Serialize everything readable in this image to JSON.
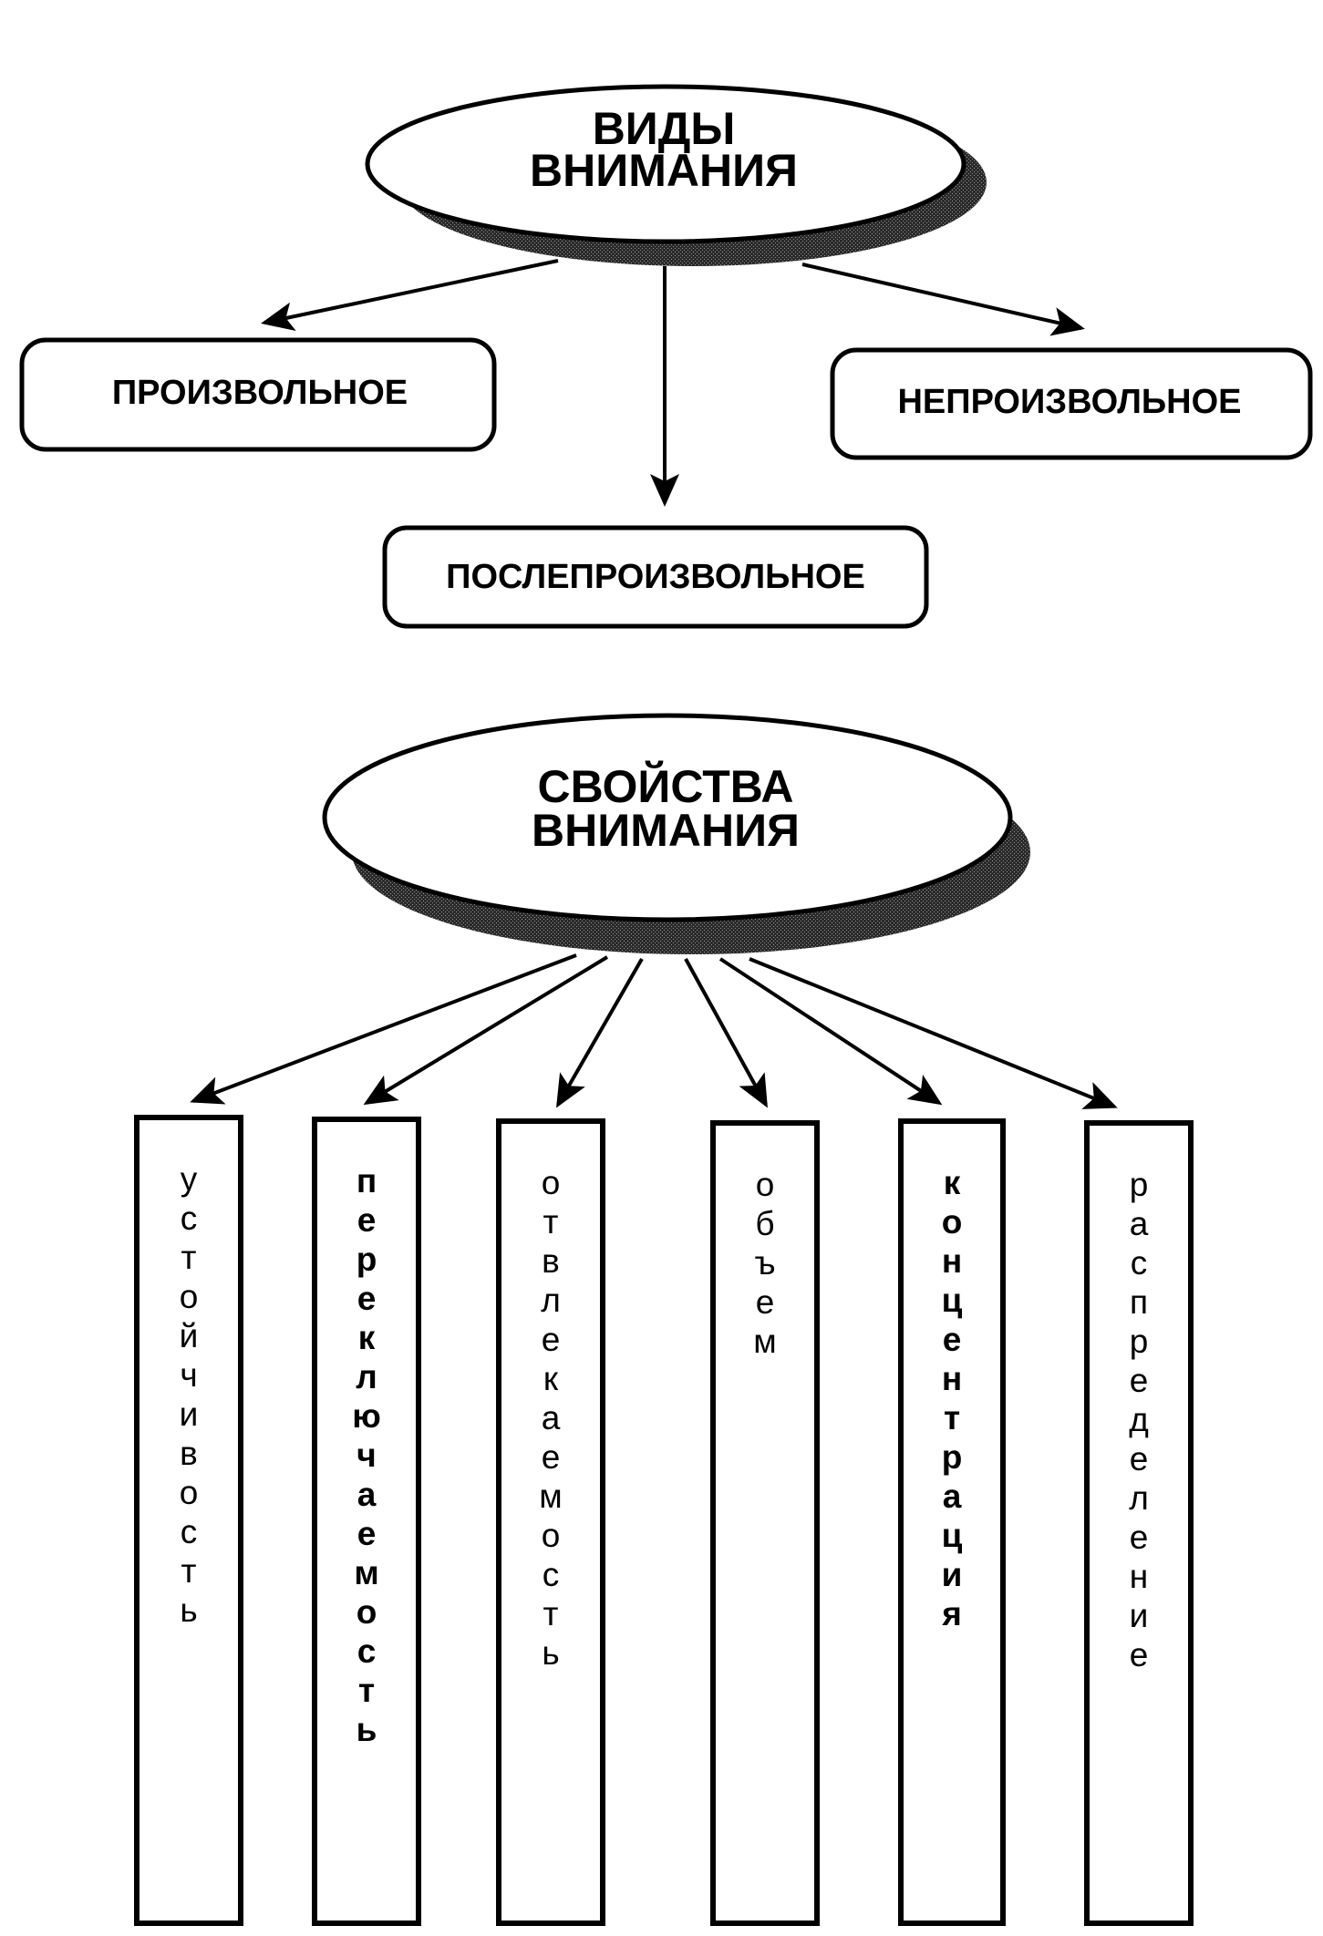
{
  "types": {
    "title_lines": [
      "ВИДЫ",
      "ВНИМАНИЯ"
    ],
    "children": [
      {
        "id": "voluntary",
        "label": "ПРОИЗВОЛЬНОЕ"
      },
      {
        "id": "involuntary",
        "label": "НЕПРОИЗВОЛЬНОЕ"
      },
      {
        "id": "post-voluntary",
        "label": "ПОСЛЕПРОИЗВОЛЬНОЕ"
      }
    ]
  },
  "properties": {
    "title_lines": [
      "СВОЙСТВА",
      "ВНИМАНИЯ"
    ],
    "children": [
      {
        "id": "stability",
        "label": "устойчивость",
        "bold": false
      },
      {
        "id": "switchability",
        "label": "переключаемость",
        "bold": true
      },
      {
        "id": "distractibility",
        "label": "отвлекаемость",
        "bold": false
      },
      {
        "id": "volume",
        "label": "объем",
        "bold": false
      },
      {
        "id": "concentration",
        "label": "концентрация",
        "bold": true
      },
      {
        "id": "distribution",
        "label": "распределение",
        "bold": false
      }
    ]
  },
  "colors": {
    "ink": "#000000",
    "shadow": "#3a3a3a",
    "paper": "#ffffff"
  }
}
